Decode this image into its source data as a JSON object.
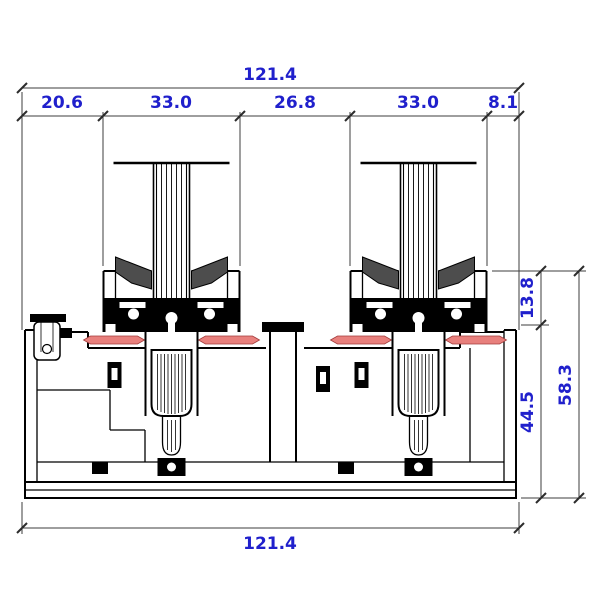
{
  "colors": {
    "dimension_text": "#2020cc",
    "dimension_line": "#3d3d3d",
    "profile_line": "#000000",
    "seal_red": "#e8807d",
    "gasket_gray": "#4d4d4d",
    "background": "#ffffff"
  },
  "dimensions": {
    "top_overall": "121.4",
    "segments": [
      "20.6",
      "33.0",
      "26.8",
      "33.0",
      "8.1"
    ],
    "right": {
      "upper": "13.8",
      "overall": "58.3",
      "lower": "44.5"
    },
    "bottom_overall": "121.4"
  }
}
